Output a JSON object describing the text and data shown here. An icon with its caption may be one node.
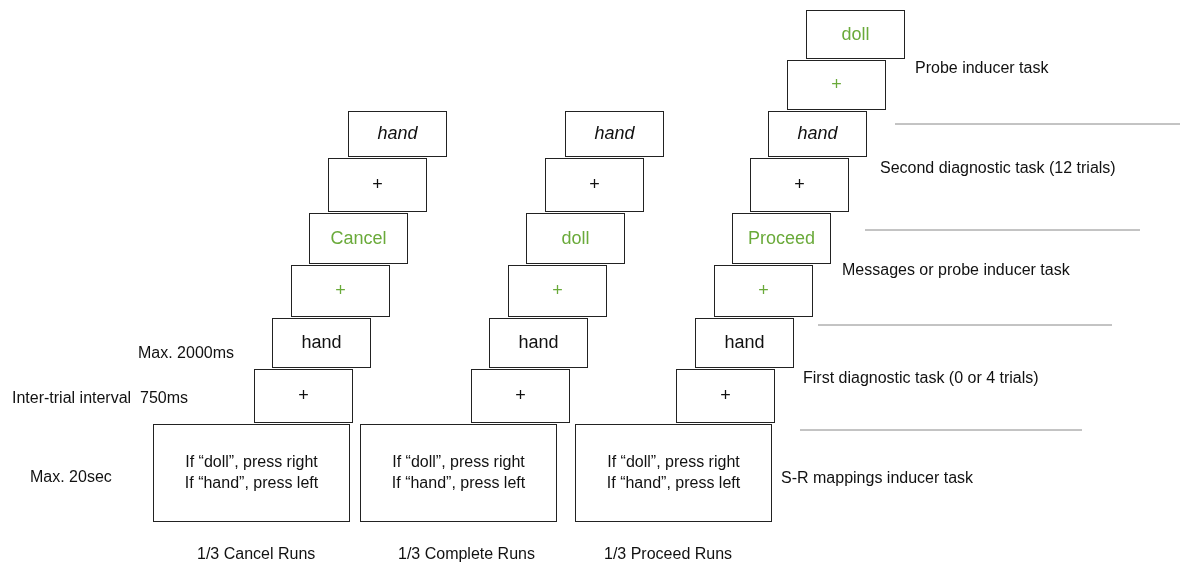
{
  "diagram": {
    "nodes": [
      {
        "text": [
          "hand"
        ]
      },
      {
        "text": [
          "+"
        ]
      },
      {
        "text": [
          "Cancel"
        ]
      },
      {
        "text": [
          "+"
        ]
      },
      {
        "text": [
          "hand"
        ]
      },
      {
        "text": [
          "+"
        ]
      },
      {
        "text": [
          "If “doll”, press right",
          "If “hand”, press left"
        ]
      },
      {
        "text": [
          "hand"
        ]
      },
      {
        "text": [
          "+"
        ]
      },
      {
        "text": [
          "doll"
        ]
      },
      {
        "text": [
          "+"
        ]
      },
      {
        "text": [
          "hand"
        ]
      },
      {
        "text": [
          "+"
        ]
      },
      {
        "text": [
          "If “doll”, press right",
          "If “hand”, press left"
        ]
      },
      {
        "text": [
          "doll"
        ]
      },
      {
        "text": [
          "+"
        ]
      },
      {
        "text": [
          "hand"
        ]
      },
      {
        "text": [
          "+"
        ]
      },
      {
        "text": [
          "Proceed"
        ]
      },
      {
        "text": [
          "+"
        ]
      },
      {
        "text": [
          "hand"
        ]
      },
      {
        "text": [
          "+"
        ]
      },
      {
        "text": [
          "If “doll”, press right",
          "If “hand”, press left"
        ]
      }
    ],
    "labels": [
      "Probe inducer task",
      "Second diagnostic task (12 trials)",
      "Messages or probe inducer task",
      "Max. 2000ms",
      "First diagnostic task (0 or 4 trials)",
      "Inter-trial interval  750ms",
      "Max. 20sec",
      "S-R mappings inducer task",
      "1/3 Cancel Runs",
      "1/3 Complete Runs",
      "1/3 Proceed Runs"
    ]
  }
}
